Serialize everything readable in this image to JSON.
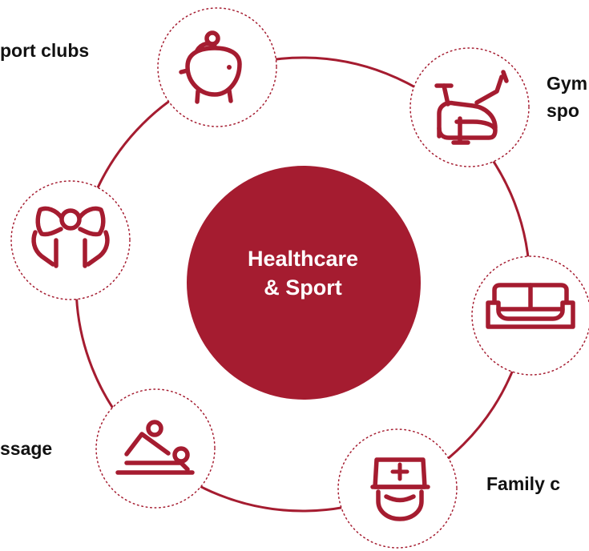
{
  "center": {
    "line1": "Healthcare",
    "line2": "& Sport"
  },
  "benefits": [
    {
      "id": "piggy-bank",
      "icon": "piggy-bank-icon",
      "label_lines": [
        "port clubs"
      ]
    },
    {
      "id": "exercise-bike",
      "icon": "exercise-bike-icon",
      "label_lines": [
        "Gym",
        "spo"
      ]
    },
    {
      "id": "sofa",
      "icon": "sofa-icon",
      "label_lines": []
    },
    {
      "id": "nurse",
      "icon": "nurse-icon",
      "label_lines": [
        "Family c"
      ]
    },
    {
      "id": "massage",
      "icon": "massage-icon",
      "label_lines": [
        "ssage"
      ]
    },
    {
      "id": "muscle",
      "icon": "flexing-muscles-icon",
      "label_lines": []
    }
  ],
  "colors": {
    "accent": "#A51C30",
    "label_text": "#111111",
    "background": "#FFFFFF"
  }
}
